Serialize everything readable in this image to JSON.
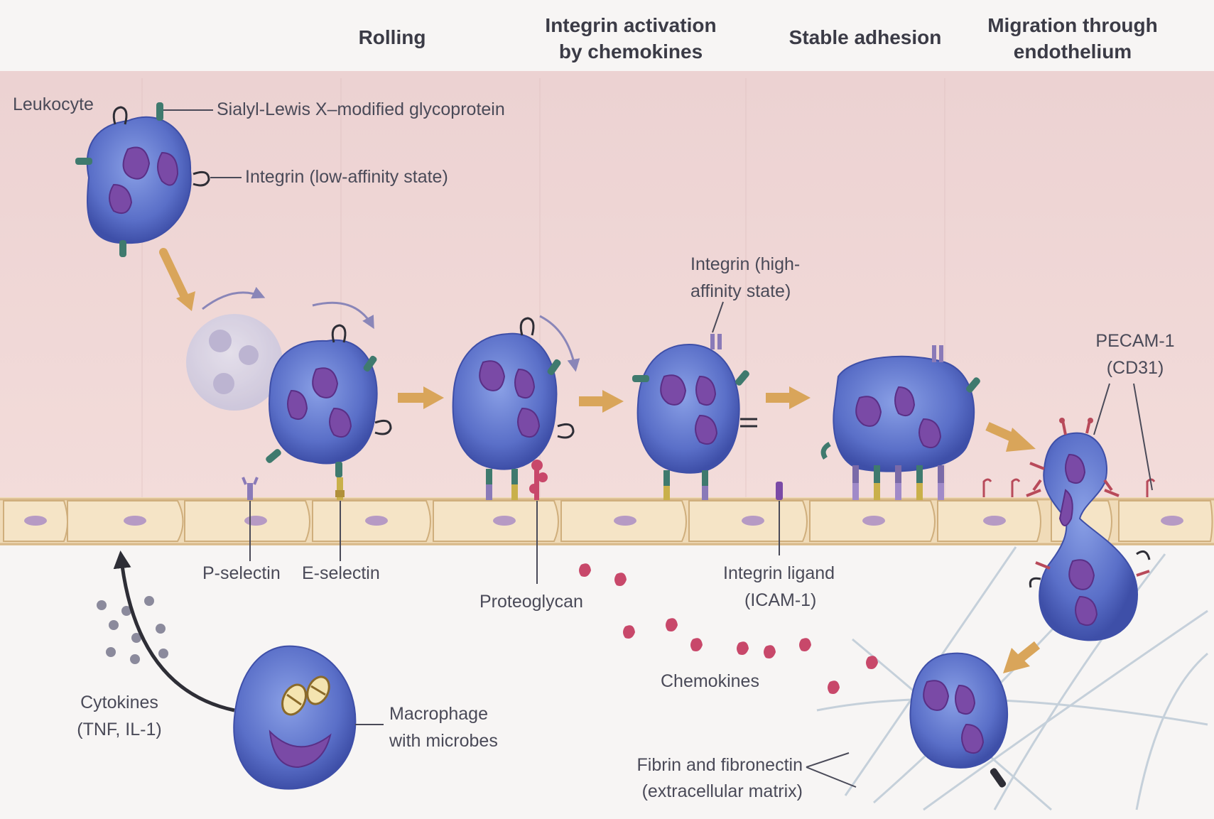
{
  "stages": {
    "rolling": "Rolling",
    "integrin_activation_l1": "Integrin activation",
    "integrin_activation_l2": "by chemokines",
    "stable_adhesion": "Stable adhesion",
    "migration_l1": "Migration through",
    "migration_l2": "endothelium"
  },
  "labels": {
    "leukocyte": "Leukocyte",
    "sialyl_lewis": "Sialyl-Lewis X–modified glycoprotein",
    "integrin_low": "Integrin (low-affinity state)",
    "integrin_high_l1": "Integrin (high-",
    "integrin_high_l2": "affinity state)",
    "pecam_l1": "PECAM-1",
    "pecam_l2": "(CD31)",
    "p_selectin": "P-selectin",
    "e_selectin": "E-selectin",
    "proteoglycan": "Proteoglycan",
    "integrin_ligand_l1": "Integrin ligand",
    "integrin_ligand_l2": "(ICAM-1)",
    "chemokines": "Chemokines",
    "cytokines_l1": "Cytokines",
    "cytokines_l2": "(TNF, IL-1)",
    "macrophage_l1": "Macrophage",
    "macrophage_l2": "with microbes",
    "fibrin_l1": "Fibrin and fibronectin",
    "fibrin_l2": "(extracellular matrix)"
  },
  "colors": {
    "vessel_lumen": "#f0d9d8",
    "endothelium": "#f2dfbf",
    "cell_body": "#5a6fc8",
    "nucleus": "#7a4aa6",
    "chemokine": "#c8486a",
    "arrow": "#d9a55a"
  }
}
